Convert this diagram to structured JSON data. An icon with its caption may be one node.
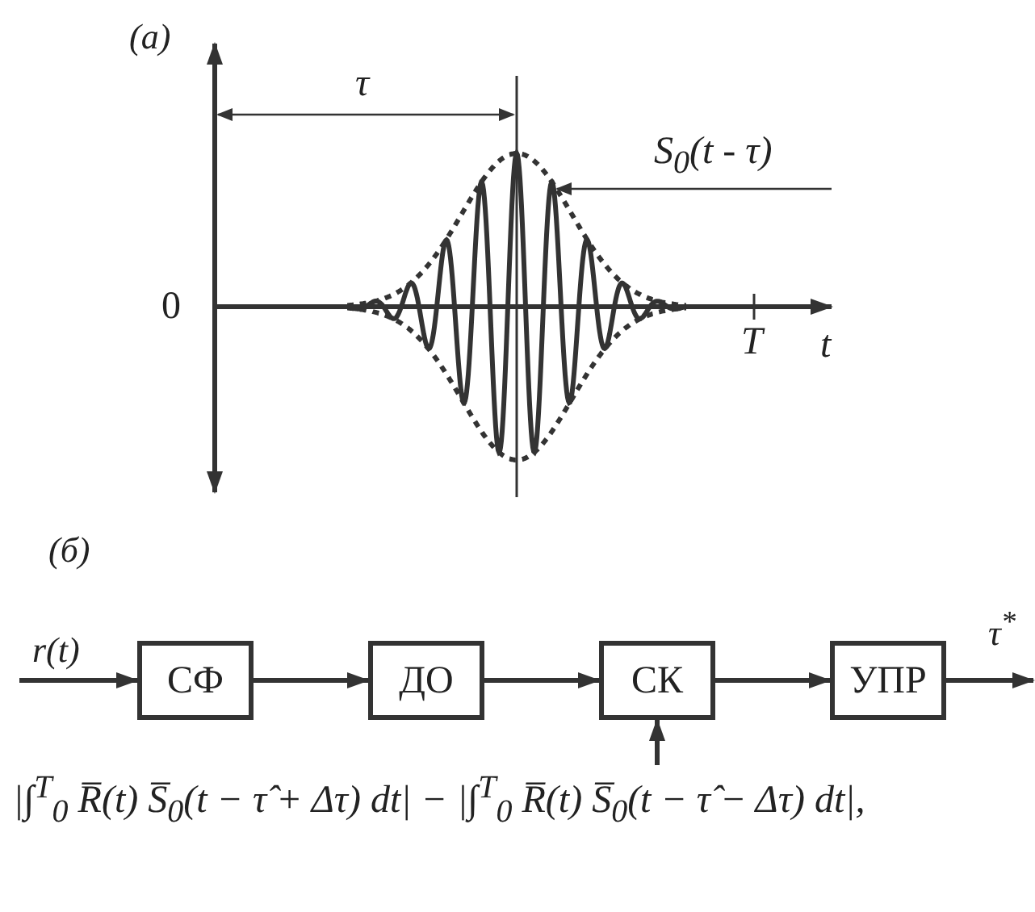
{
  "diagram": {
    "nodes": [
      {
        "text": [
          "S$_{0}$(t - τ)"
        ]
      },
      {
        "text": [
          "СФ"
        ]
      },
      {
        "text": [
          "ДО"
        ]
      },
      {
        "text": [
          "СК"
        ]
      },
      {
        "text": [
          "УПР"
        ]
      },
      {
        "text": [
          "|∫$^{T}$$_{0}$ R̅(t) S̅$_{0}$(t − τ̂ + Δτ) dt| − |∫$^{T}$$_{0}$ R̅(t) S̅$_{0}$(t − τ̂ − Δτ) dt|,"
        ]
      }
    ],
    "edges": [
      {
        "from": 0,
        "to": null,
        "arrow": "to"
      },
      {
        "from": null,
        "to": 1,
        "arrow": "to",
        "label": "r(t)"
      },
      {
        "from": 1,
        "to": 2,
        "arrow": "to"
      },
      {
        "from": 2,
        "to": 3,
        "arrow": "to"
      },
      {
        "from": 3,
        "to": 4,
        "arrow": "to"
      },
      {
        "from": 4,
        "to": null,
        "arrow": "to",
        "label": "τ$^{*}$"
      },
      {
        "from": 5,
        "to": 3,
        "arrow": "to"
      }
    ],
    "labels": [
      "(a)",
      "τ",
      "0",
      "T",
      "t",
      "(б)"
    ]
  }
}
